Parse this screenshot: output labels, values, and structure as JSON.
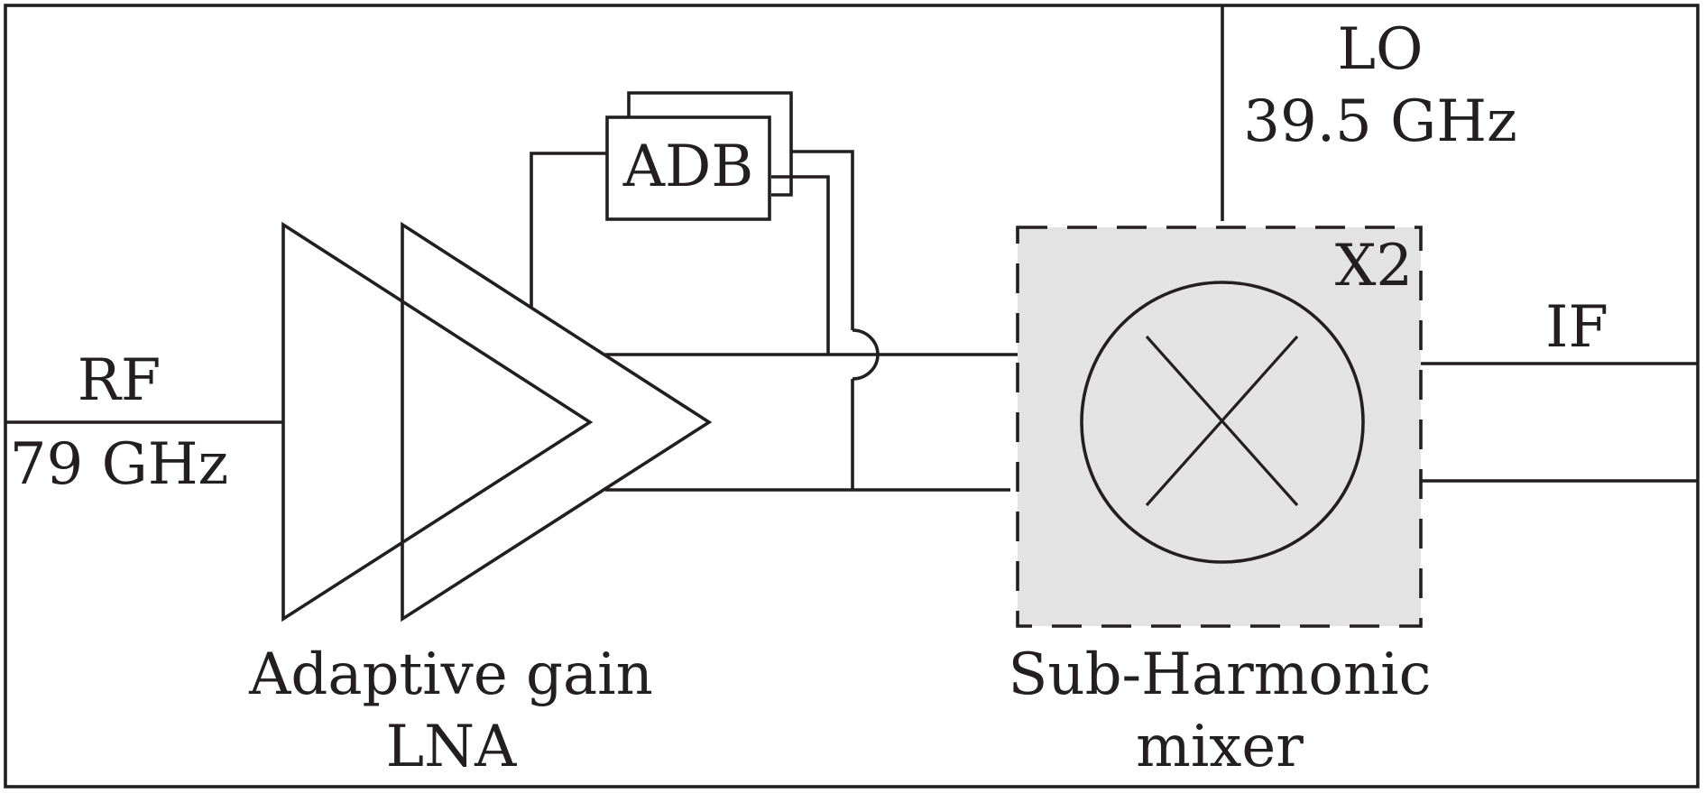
{
  "diagram": {
    "labels": {
      "rf": "RF",
      "rf_freq": "79 GHz",
      "lo": "LO",
      "lo_freq": "39.5 GHz",
      "if": "IF",
      "adb": "ADB",
      "x2": "X2",
      "lna_line1": "Adaptive gain",
      "lna_line2": "LNA",
      "mixer_line1": "Sub-Harmonic",
      "mixer_line2": "mixer"
    },
    "colors": {
      "line": "#231f20",
      "mixer_fill": "#e3e3e3",
      "background": "#ffffff"
    }
  }
}
